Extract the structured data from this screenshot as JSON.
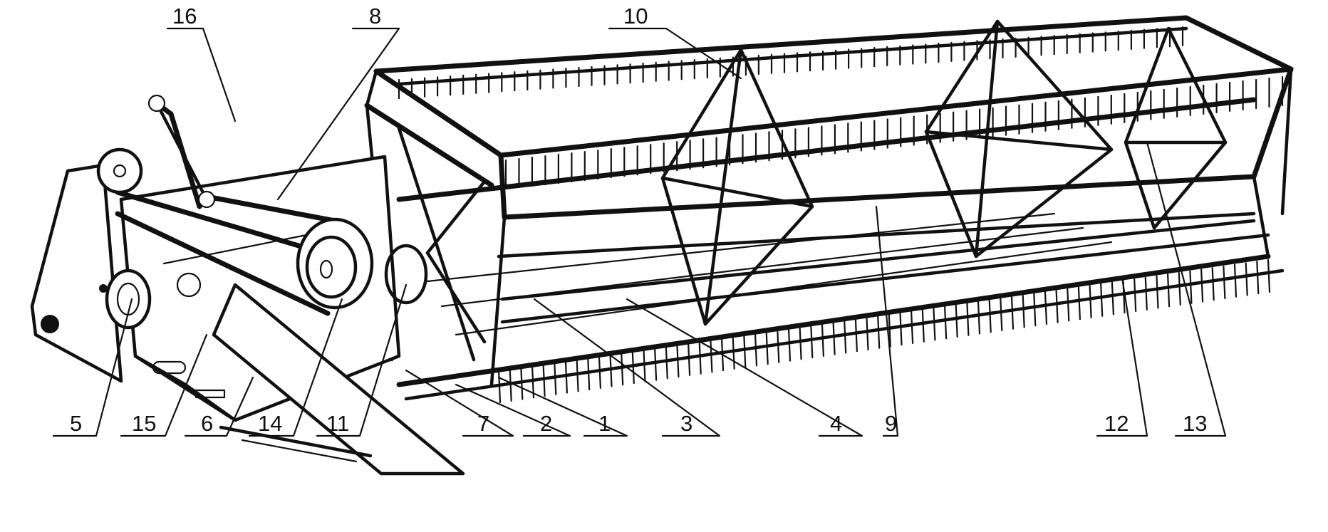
{
  "diagram": {
    "callouts": [
      {
        "id": "c16",
        "label": "16"
      },
      {
        "id": "c8",
        "label": "8"
      },
      {
        "id": "c10",
        "label": "10"
      },
      {
        "id": "c5",
        "label": "5"
      },
      {
        "id": "c15",
        "label": "15"
      },
      {
        "id": "c6",
        "label": "6"
      },
      {
        "id": "c14",
        "label": "14"
      },
      {
        "id": "c11",
        "label": "11"
      },
      {
        "id": "c7",
        "label": "7"
      },
      {
        "id": "c2",
        "label": "2"
      },
      {
        "id": "c1",
        "label": "1"
      },
      {
        "id": "c3",
        "label": "3"
      },
      {
        "id": "c4",
        "label": "4"
      },
      {
        "id": "c9",
        "label": "9"
      },
      {
        "id": "c12",
        "label": "12"
      },
      {
        "id": "c13",
        "label": "13"
      }
    ],
    "colors": {
      "ink": "#111111",
      "paper": "#ffffff"
    }
  }
}
